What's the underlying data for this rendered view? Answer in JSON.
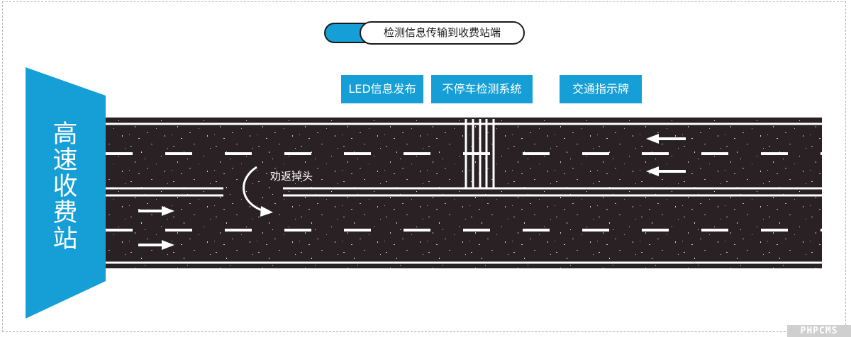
{
  "header": {
    "transmit_label": "检测信息传输到收费站端"
  },
  "signs": {
    "led": "LED信息发布",
    "detection": "不停车检测系统",
    "traffic_sign": "交通指示牌"
  },
  "toll_station": {
    "label": "高速收费站"
  },
  "uturn": {
    "label": "劝返掉头"
  },
  "watermark": "PHPCMS",
  "colors": {
    "accent_blue": "#159fd6",
    "road_asphalt": "#2a2125",
    "lane_marking": "#ffffff"
  }
}
